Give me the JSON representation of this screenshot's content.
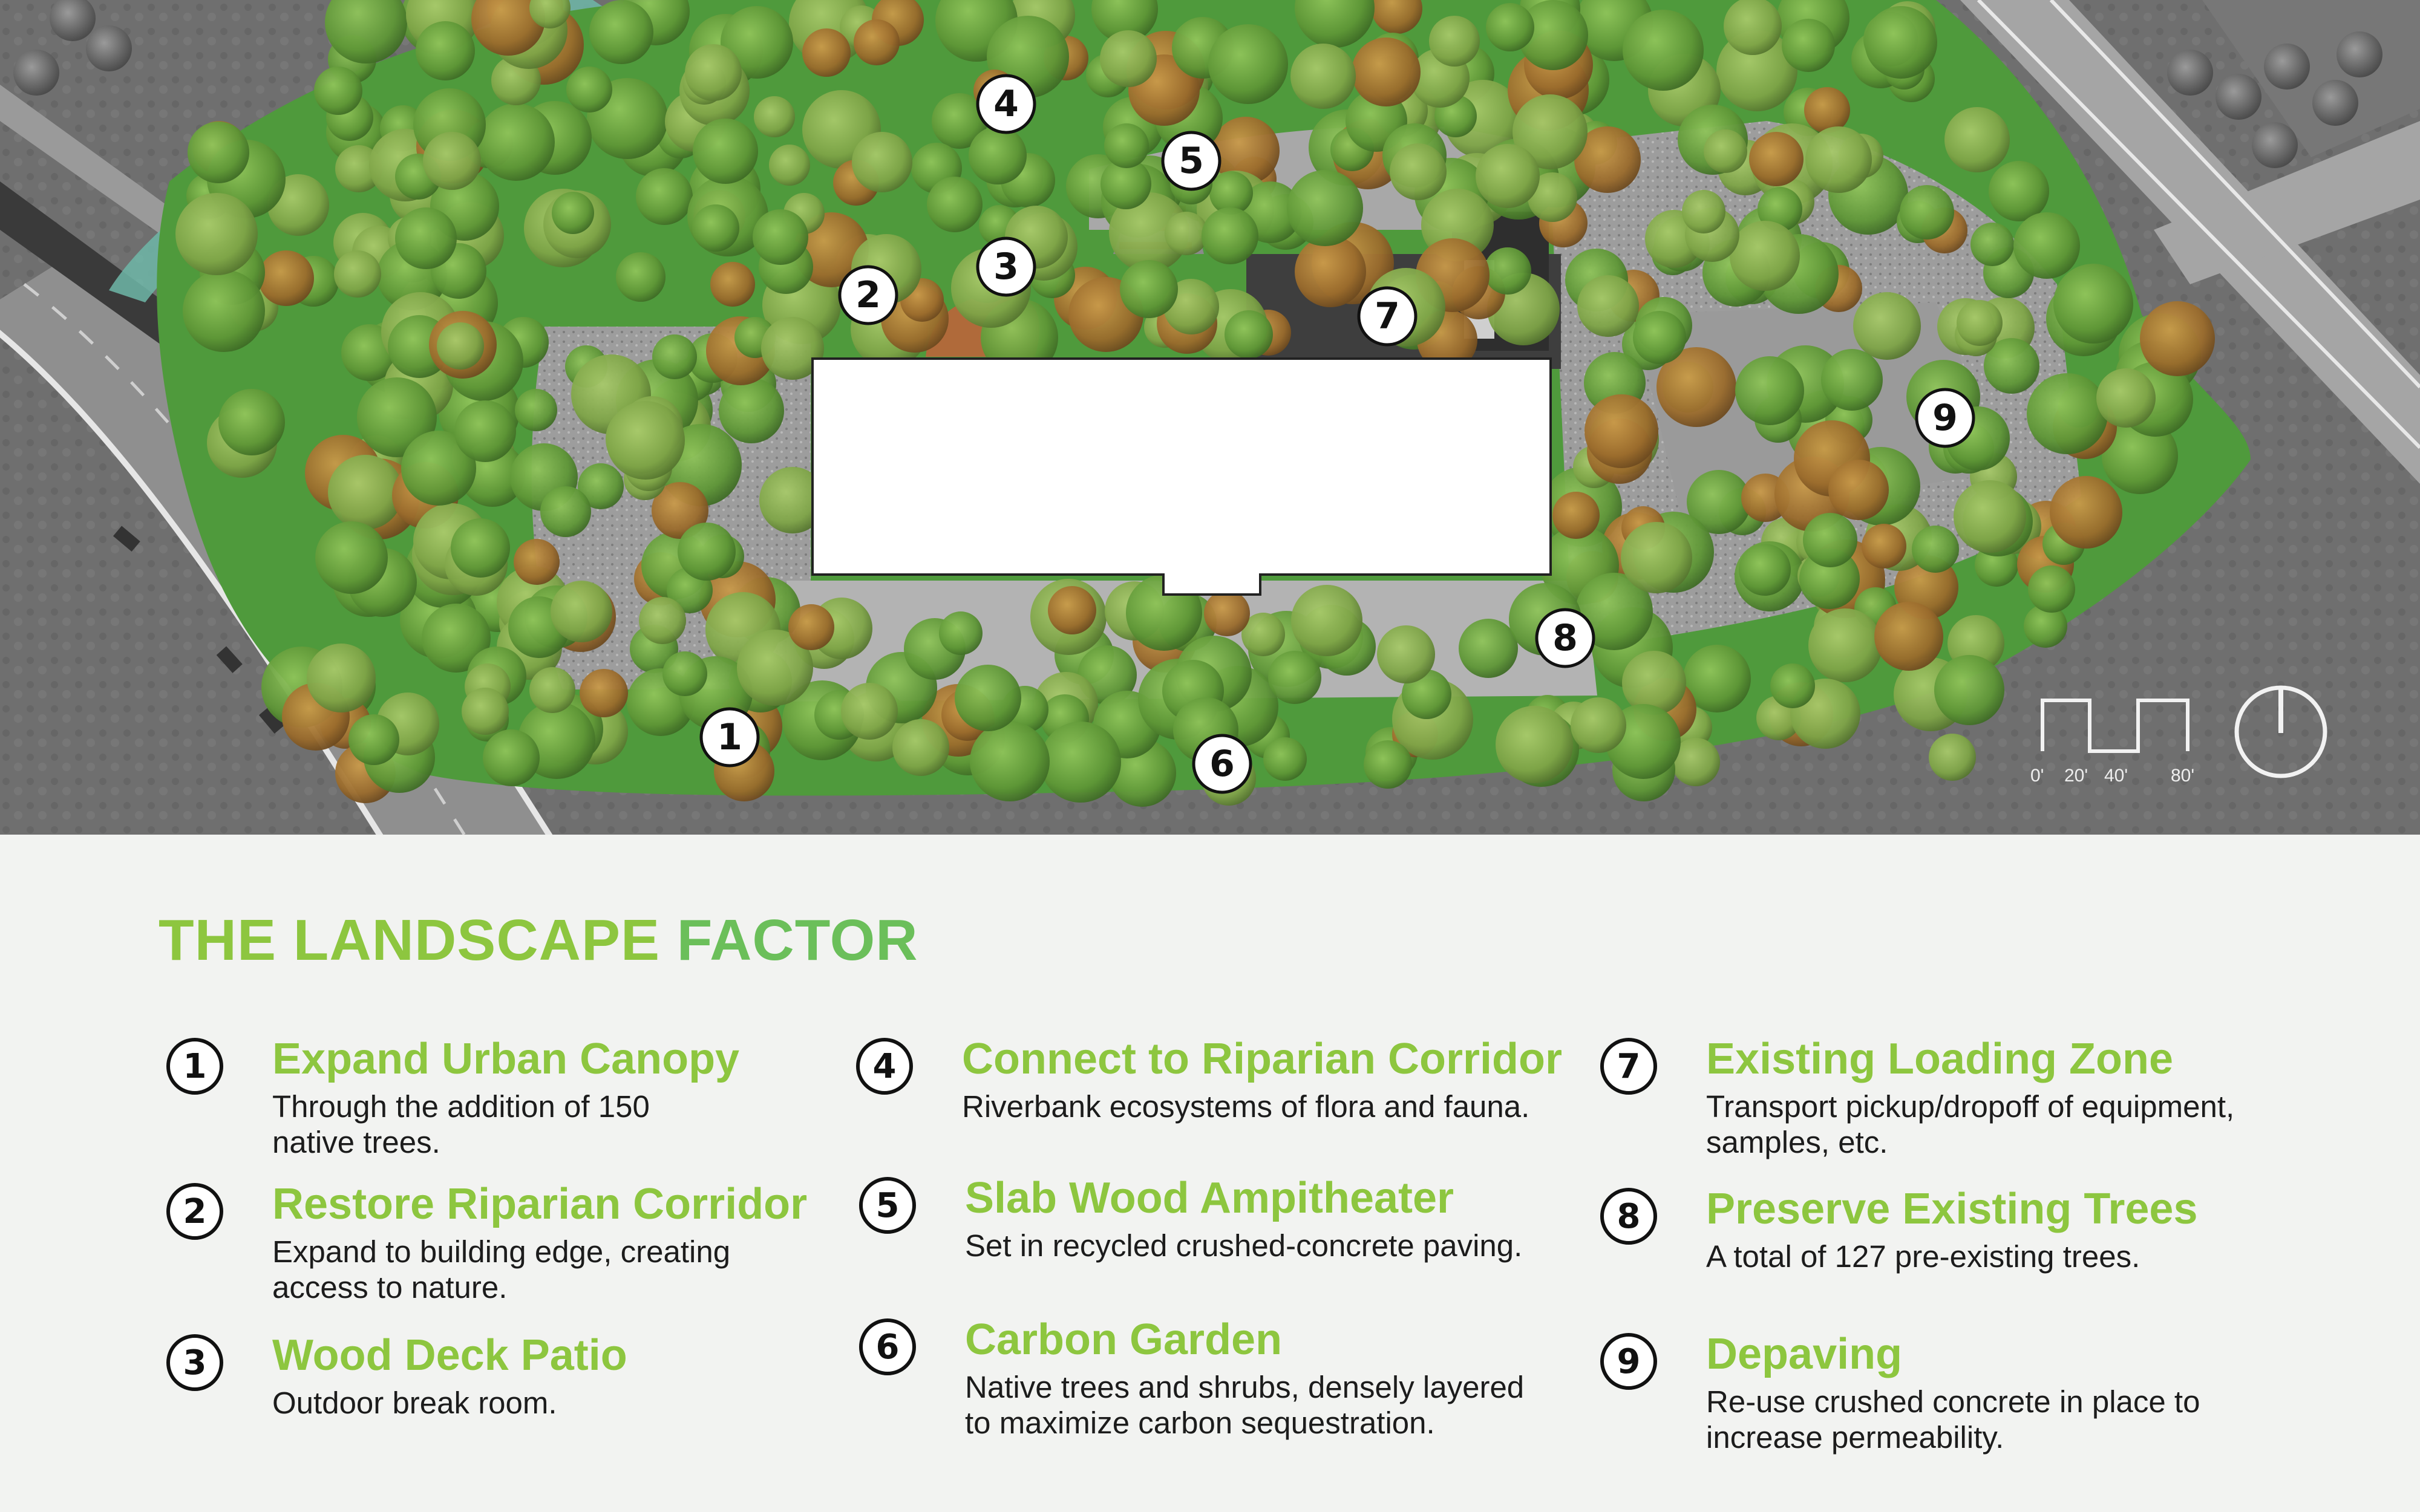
{
  "map": {
    "description_markers": [
      "1",
      "2",
      "3",
      "4",
      "5",
      "6",
      "7",
      "8",
      "9"
    ],
    "scale_bar": {
      "labels": [
        "0'",
        "20'",
        "40'",
        "80'"
      ]
    },
    "north_arrow_icon": "north-arrow-icon",
    "colors": {
      "canopy_green": "#5e9636",
      "autumn_tree": "#9a6b2c",
      "lawn": "#4f9a3c",
      "river": "#6fb7a8",
      "paving": "#a8a8a8",
      "road": "#8c8c8c",
      "building": "#ffffff",
      "deck": "#b06a3a"
    }
  },
  "legend": {
    "title_part1": "THE LANDSCAPE",
    "title_part2": "FACTOR",
    "colors": {
      "title_green": "#8dc63f",
      "title_teal_green": "#6bbf5a",
      "item_title": "#8dc63f"
    },
    "items": [
      {
        "num": "1",
        "title": "Expand Urban Canopy",
        "desc": "Through the addition of 150 native trees."
      },
      {
        "num": "2",
        "title": "Restore Riparian Corridor",
        "desc": "Expand to building edge, creating access to nature."
      },
      {
        "num": "3",
        "title": "Wood Deck Patio",
        "desc": "Outdoor break room."
      },
      {
        "num": "4",
        "title": "Connect to Riparian Corridor",
        "desc": "Riverbank ecosystems of flora and fauna."
      },
      {
        "num": "5",
        "title": "Slab Wood Ampitheater",
        "desc": "Set in recycled crushed-concrete paving."
      },
      {
        "num": "6",
        "title": "Carbon Garden",
        "desc": "Native trees and shrubs, densely layered to maximize carbon sequestration."
      },
      {
        "num": "7",
        "title": "Existing Loading Zone",
        "desc": "Transport pickup/dropoff of equipment, samples, etc."
      },
      {
        "num": "8",
        "title": "Preserve Existing Trees",
        "desc": "A total of 127 pre-existing trees."
      },
      {
        "num": "9",
        "title": "Depaving",
        "desc": "Re-use crushed concrete in place to increase permeability."
      }
    ]
  }
}
